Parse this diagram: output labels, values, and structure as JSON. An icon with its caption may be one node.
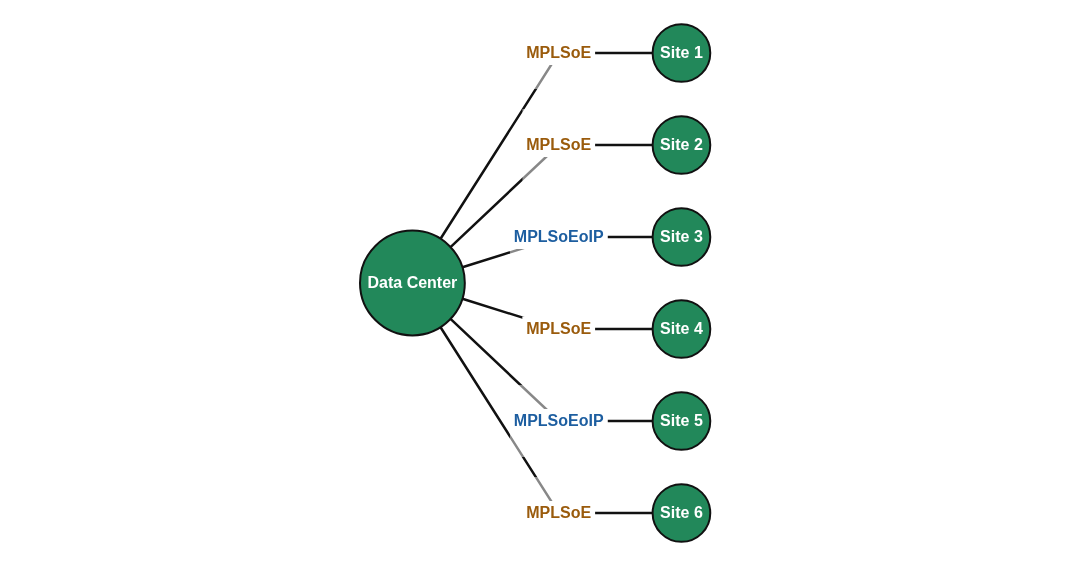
{
  "diagram": {
    "nodes": [
      {
        "text": [
          "Data Center"
        ]
      },
      {
        "text": [
          "Site 1"
        ]
      },
      {
        "text": [
          "Site 2"
        ]
      },
      {
        "text": [
          "Site 3"
        ]
      },
      {
        "text": [
          "Site 4"
        ]
      },
      {
        "text": [
          "Site 5"
        ]
      },
      {
        "text": [
          "Site 6"
        ]
      }
    ],
    "edges": [
      {
        "from": 0,
        "to": 1,
        "arrow": "none",
        "label": "MPLSoE"
      },
      {
        "from": 0,
        "to": 2,
        "arrow": "none",
        "label": "MPLSoE"
      },
      {
        "from": 0,
        "to": 3,
        "arrow": "none",
        "label": "MPLSoEoIP"
      },
      {
        "from": 0,
        "to": 4,
        "arrow": "none",
        "label": "MPLSoE"
      },
      {
        "from": 0,
        "to": 5,
        "arrow": "none",
        "label": "MPLSoEoIP"
      },
      {
        "from": 0,
        "to": 6,
        "arrow": "none",
        "label": "MPLSoE"
      }
    ]
  }
}
